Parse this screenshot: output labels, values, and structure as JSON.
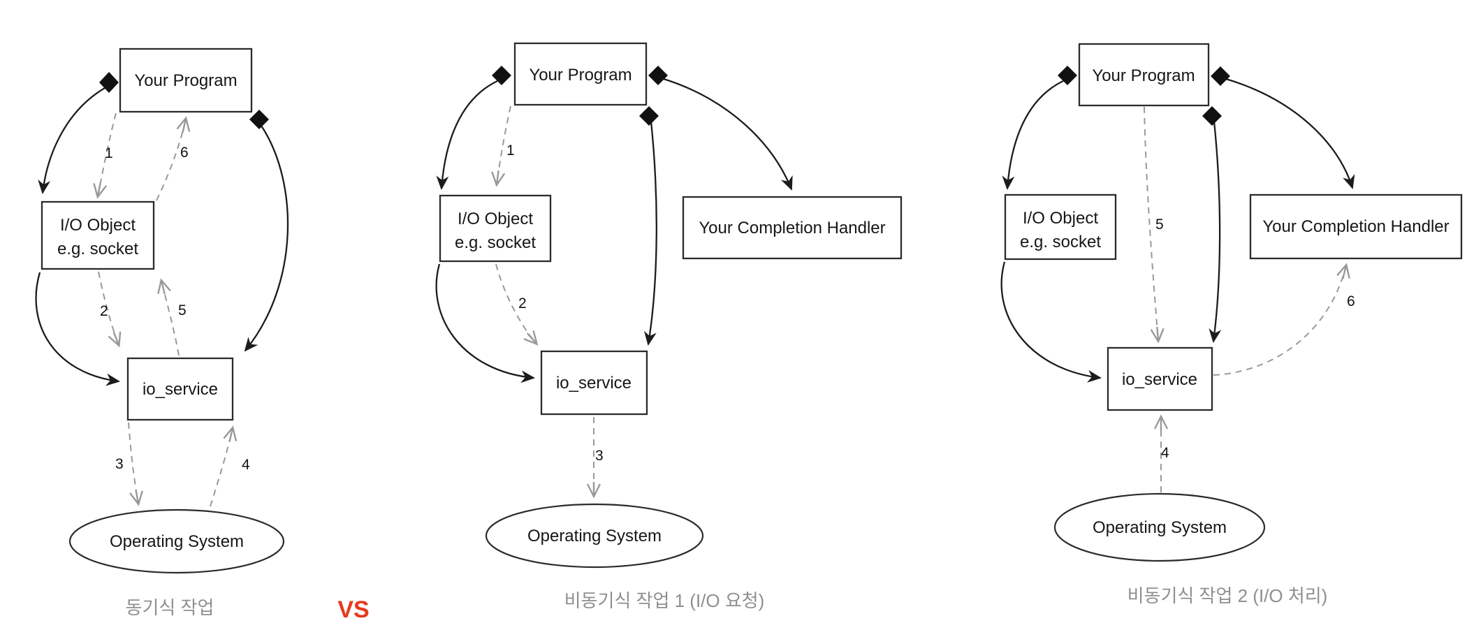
{
  "vs_label": "VS",
  "colors": {
    "solid_edge": "#1c1c1c",
    "dashed_edge": "#999999",
    "node_border": "#2b2b2b",
    "caption_gray": "#8f8f8f",
    "vs_red": "#e8391c"
  },
  "sync": {
    "caption": "동기식 작업",
    "your_program": "Your Program",
    "io_object_line1": "I/O Object",
    "io_object_line2": "e.g. socket",
    "io_service": "io_service",
    "operating_system": "Operating System",
    "step1": "1",
    "step2": "2",
    "step3": "3",
    "step4": "4",
    "step5": "5",
    "step6": "6"
  },
  "async1": {
    "caption": "비동기식 작업 1 (I/O 요청)",
    "your_program": "Your Program",
    "io_object_line1": "I/O Object",
    "io_object_line2": "e.g. socket",
    "io_service": "io_service",
    "operating_system": "Operating System",
    "your_completion_handler": "Your Completion Handler",
    "step1": "1",
    "step2": "2",
    "step3": "3"
  },
  "async2": {
    "caption": "비동기식 작업 2 (I/O 처리)",
    "your_program": "Your Program",
    "io_object_line1": "I/O Object",
    "io_object_line2": "e.g. socket",
    "io_service": "io_service",
    "operating_system": "Operating System",
    "your_completion_handler": "Your Completion Handler",
    "step4": "4",
    "step5": "5",
    "step6": "6"
  }
}
